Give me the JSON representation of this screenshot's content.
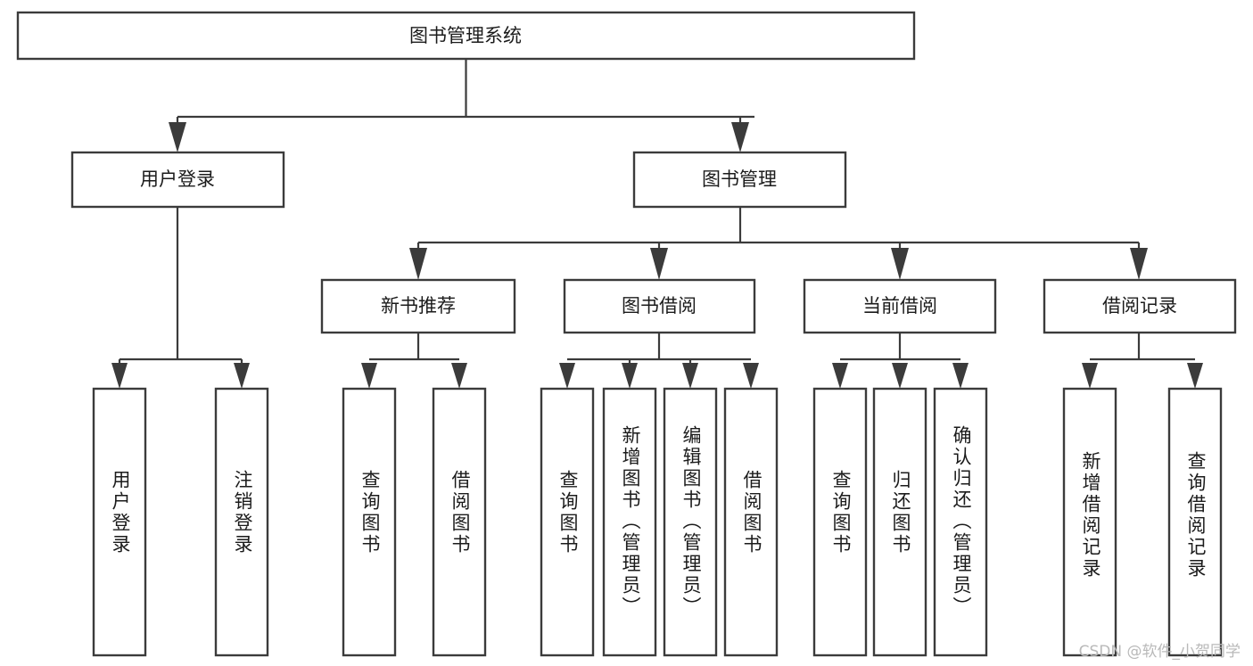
{
  "diagram": {
    "type": "tree-hierarchy",
    "title": "图书管理系统",
    "style": {
      "box_fill": "#ffffff",
      "box_stroke": "#3b3b3b",
      "connector_color": "#3b3b3b",
      "text_color": "#1b1b1b",
      "background": "#ffffff"
    },
    "nodes": {
      "root": {
        "label": "图书管理系统",
        "level": 0,
        "orientation": "horizontal"
      },
      "l1": [
        {
          "id": "user_login",
          "label": "用户登录",
          "level": 1,
          "orientation": "horizontal"
        },
        {
          "id": "book_manage",
          "label": "图书管理",
          "level": 1,
          "orientation": "horizontal"
        }
      ],
      "l2": [
        {
          "id": "new_book_rec",
          "label": "新书推荐",
          "level": 2,
          "orientation": "horizontal",
          "parent": "book_manage"
        },
        {
          "id": "book_borrow",
          "label": "图书借阅",
          "level": 2,
          "orientation": "horizontal",
          "parent": "book_manage"
        },
        {
          "id": "current_borrow",
          "label": "当前借阅",
          "level": 2,
          "orientation": "horizontal",
          "parent": "book_manage"
        },
        {
          "id": "borrow_record",
          "label": "借阅记录",
          "level": 2,
          "orientation": "horizontal",
          "parent": "book_manage"
        }
      ],
      "leaves": [
        {
          "id": "leaf_user_login",
          "label": "用户登录",
          "parent": "user_login",
          "orientation": "vertical"
        },
        {
          "id": "leaf_user_logout",
          "label": "注销登录",
          "parent": "user_login",
          "orientation": "vertical"
        },
        {
          "id": "leaf_rec_query",
          "label": "查询图书",
          "parent": "new_book_rec",
          "orientation": "vertical"
        },
        {
          "id": "leaf_rec_borrow",
          "label": "借阅图书",
          "parent": "new_book_rec",
          "orientation": "vertical"
        },
        {
          "id": "leaf_borrow_query",
          "label": "查询图书",
          "parent": "book_borrow",
          "orientation": "vertical"
        },
        {
          "id": "leaf_borrow_add",
          "label": "新增图书（管理员）",
          "parent": "book_borrow",
          "orientation": "vertical"
        },
        {
          "id": "leaf_borrow_edit",
          "label": "编辑图书（管理员）",
          "parent": "book_borrow",
          "orientation": "vertical"
        },
        {
          "id": "leaf_borrow_take",
          "label": "借阅图书",
          "parent": "book_borrow",
          "orientation": "vertical"
        },
        {
          "id": "leaf_cur_query",
          "label": "查询图书",
          "parent": "current_borrow",
          "orientation": "vertical"
        },
        {
          "id": "leaf_cur_return",
          "label": "归还图书",
          "parent": "current_borrow",
          "orientation": "vertical"
        },
        {
          "id": "leaf_cur_confirm",
          "label": "确认归还（管理员）",
          "parent": "current_borrow",
          "orientation": "vertical"
        },
        {
          "id": "leaf_rec_add",
          "label": "新增借阅记录",
          "parent": "borrow_record",
          "orientation": "vertical"
        },
        {
          "id": "leaf_rec_search",
          "label": "查询借阅记录",
          "parent": "borrow_record",
          "orientation": "vertical"
        }
      ]
    }
  },
  "watermark": {
    "text": "CSDN @软件_小贺同学"
  }
}
